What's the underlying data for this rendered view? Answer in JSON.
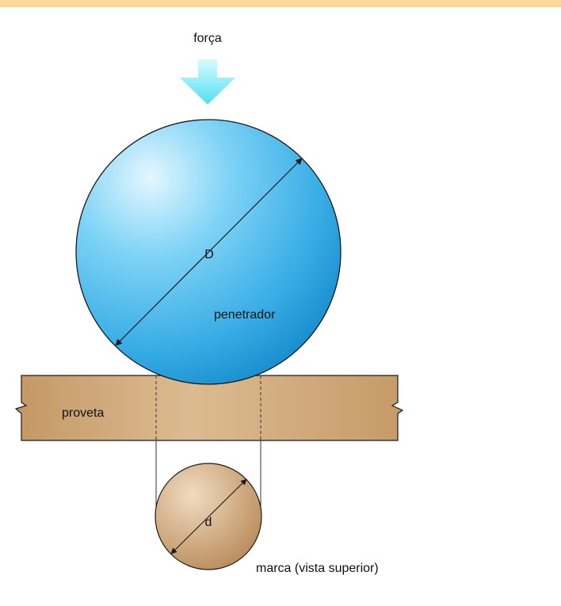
{
  "labels": {
    "force": "força",
    "indenter_diameter": "D",
    "indenter": "penetrador",
    "specimen": "proveta",
    "mark_diameter": "d",
    "mark": "marca (vista superior)"
  },
  "colors": {
    "top_band": "#fbd79a",
    "arrow_light": "#d8fbff",
    "arrow_dark": "#4fe0ee",
    "sphere_light": "#dff5ff",
    "sphere_mid": "#5cc6f0",
    "sphere_dark": "#1a8fd0",
    "specimen": "#c99e6e",
    "specimen_light": "#dcbb92",
    "mark_light": "#f0dcc0",
    "mark_dark": "#b88756",
    "outline": "#1a1a1a"
  }
}
